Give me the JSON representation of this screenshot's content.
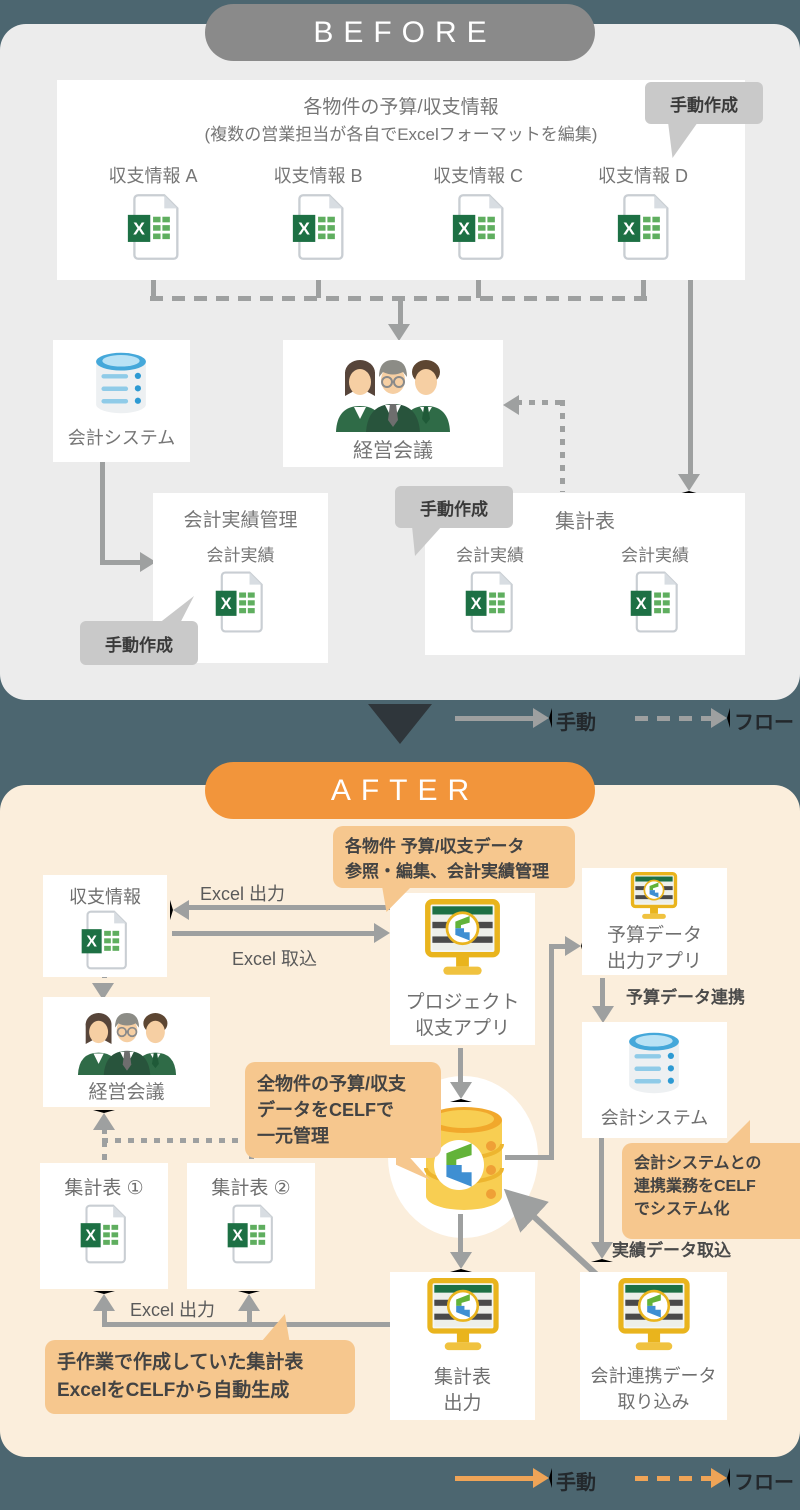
{
  "legend": {
    "manual": "手動",
    "flow": "フロー"
  },
  "colors": {
    "teal_band": "#4C6670",
    "before_bg": "#ECECEC",
    "after_bg": "#FBEEDC",
    "pill_before": "#8A8A8A",
    "pill_after": "#F2953B",
    "callout_orange": "#F6C78E",
    "bubble_gray": "#C9C9C9",
    "arrow_gray": "#9EA0A0",
    "arrow_orange": "#EFA457",
    "excel_green": "#1D7044",
    "celf_yellow": "#E9B41D",
    "db_blue": "#45A8DA"
  },
  "icons": {
    "excel_file": "excel-file-icon",
    "database_blue": "accounting-database-icon",
    "database_celf": "celf-database-icon",
    "people_meeting": "meeting-people-icon",
    "celf_monitor": "celf-app-monitor-icon"
  },
  "before": {
    "pill": "BEFORE",
    "manual": "手動作成",
    "src_title1": "各物件の予算/収支情報",
    "src_title2": "(複数の営業担当が各自でExcelフォーマットを編集)",
    "files": [
      {
        "label": "収支情報 A"
      },
      {
        "label": "収支情報 B"
      },
      {
        "label": "収支情報 C"
      },
      {
        "label": "収支情報 D"
      }
    ],
    "acct_sys": "会計システム",
    "meeting": "経営会議",
    "mgmt_title": "会計実績管理",
    "actual": "会計実績",
    "summary_title": "集計表"
  },
  "after": {
    "pill": "AFTER",
    "income": "収支情報",
    "meeting": "経営会議",
    "excel_out": "Excel 出力",
    "excel_in": "Excel 取込",
    "callout_top": [
      "各物件 予算/収支データ",
      "参照・編集、会計実績管理"
    ],
    "project_app": [
      "プロジェクト",
      "収支アプリ"
    ],
    "budget_app": [
      "予算データ",
      "出力アプリ"
    ],
    "budget_link": "予算データ連携",
    "acct_sys": "会計システム",
    "callout_acct": [
      "会計システムとの",
      "連携業務をCELF",
      "でシステム化"
    ],
    "actual_import": "実績データ取込",
    "callout_db": [
      "全物件の予算/収支",
      "データをCELFで",
      "一元管理"
    ],
    "sum1": "集計表 ①",
    "sum2": "集計表 ②",
    "callout_sum": [
      "手作業で作成していた集計表",
      "ExcelをCELFから自動生成"
    ],
    "sum_out": [
      "集計表",
      "出力"
    ],
    "link_app": [
      "会計連携データ",
      "取り込み"
    ]
  }
}
